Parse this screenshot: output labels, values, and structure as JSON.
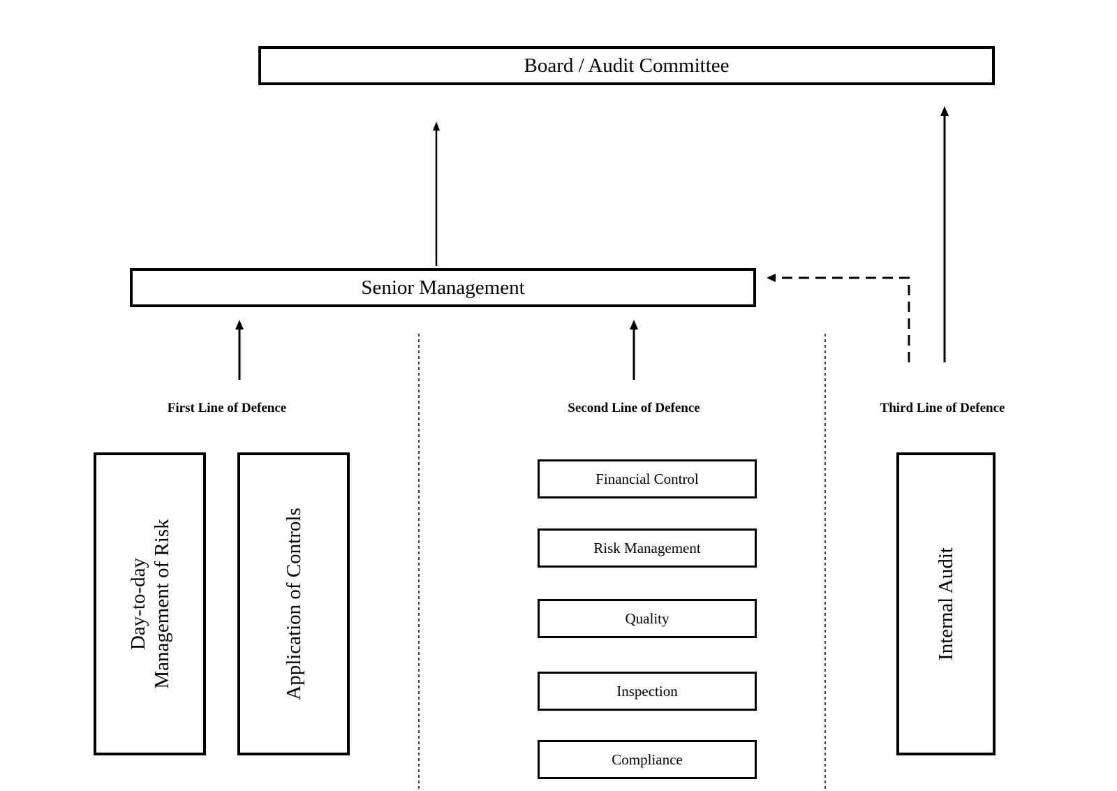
{
  "board": {
    "label": "Board / Audit Committee"
  },
  "senior_management": {
    "label": "Senior Management"
  },
  "first_line": {
    "title": "First Line of Defence",
    "day_to_day": {
      "line1": "Day-to-day",
      "line2": "Management of Risk"
    },
    "controls": {
      "label": "Application of Controls"
    }
  },
  "second_line": {
    "title": "Second Line of Defence",
    "items": [
      {
        "label": "Financial Control"
      },
      {
        "label": "Risk Management"
      },
      {
        "label": "Quality"
      },
      {
        "label": "Inspection"
      },
      {
        "label": "Compliance"
      }
    ]
  },
  "third_line": {
    "title": "Third Line of Defence",
    "internal_audit": {
      "label": "Internal Audit"
    }
  }
}
